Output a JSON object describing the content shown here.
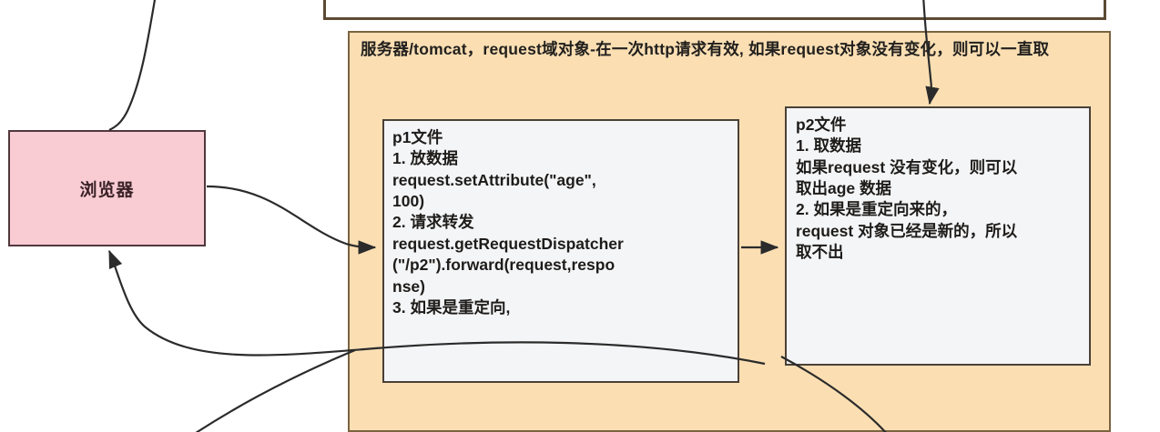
{
  "diagram": {
    "title_note": "服务器/tomcat，request域对象-在一次http请求有效, 如果request对象没有变化，则可以一直取",
    "browser": {
      "label": "浏览器",
      "fill": "#F9CCD4",
      "stroke": "#51383C"
    },
    "server": {
      "header": "服务器/tomcat，request域对象-在一次http请求有效, 如果request对象没有变化，则可以一直取",
      "fill": "#FBDFB3",
      "stroke": "#7A6440"
    },
    "p1": {
      "title": "p1文件",
      "lines": [
        "p1文件",
        "1. 放数据",
        "request.setAttribute(\"age\",",
        "100)",
        "2. 请求转发",
        "request.getRequestDispatcher",
        "(\"/p2\").forward(request,respo",
        "nse)",
        "3. 如果是重定向,"
      ],
      "text": "p1文件\n1. 放数据\nrequest.setAttribute(\"age\",\n100)\n2. 请求转发\nrequest.getRequestDispatcher\n(\"/p2\").forward(request,respo\nnse)\n3. 如果是重定向,",
      "fill": "#F4F5F6",
      "stroke": "#4A4037"
    },
    "p2": {
      "title": "p2文件",
      "lines": [
        "p2文件",
        "1. 取数据",
        "如果request 没有变化，则可以",
        "取出age 数据",
        "2. 如果是重定向来的，",
        "request 对象已经是新的，所以",
        "取不出"
      ],
      "text": "p2文件\n1. 取数据\n如果request 没有变化，则可以\n取出age 数据\n2. 如果是重定向来的，\nrequest 对象已经是新的，所以\n取不出",
      "fill": "#F4F5F6",
      "stroke": "#4A4037"
    },
    "connectors": [
      {
        "name": "browser-to-p1",
        "from": "浏览器",
        "to": "p1文件",
        "arrow": true
      },
      {
        "name": "p1-to-p2",
        "from": "p1文件",
        "to": "p2文件",
        "arrow": true
      },
      {
        "name": "p1-to-browser",
        "from": "p1文件",
        "to": "浏览器",
        "arrow": true
      },
      {
        "name": "top-box-to-browser",
        "from": "上方框",
        "to": "浏览器",
        "arrow": false
      },
      {
        "name": "top-box-to-p2",
        "from": "上方框",
        "to": "p2文件",
        "arrow": true
      },
      {
        "name": "p1-bottom-outflow",
        "from": "p1文件",
        "to": "下方",
        "arrow": false
      },
      {
        "name": "p2-bottom-outflow",
        "from": "p2文件",
        "to": "下方",
        "arrow": false
      }
    ],
    "stroke_color": "#2B2B2B"
  }
}
